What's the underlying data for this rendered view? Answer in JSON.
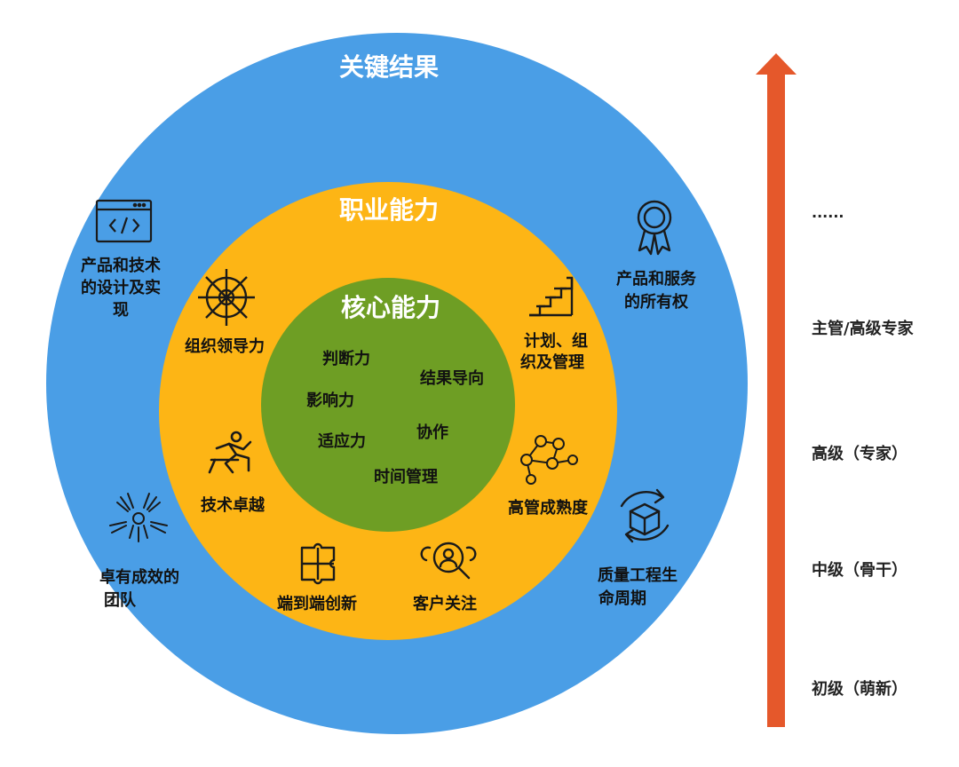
{
  "colors": {
    "outer": "#4A9EE6",
    "middle": "#FDB515",
    "inner": "#6E9E24",
    "arrow": "#E5582B",
    "icon": "#1a1a1a"
  },
  "outer_ring": {
    "title": "关键结果",
    "items": [
      {
        "lines": [
          "产品和技术",
          "的设计及实",
          "现"
        ],
        "icon": "code-window-icon"
      },
      {
        "lines": [
          "产品和服务",
          "的所有权"
        ],
        "icon": "award-ribbon-icon"
      },
      {
        "lines": [
          "卓有成效的",
          "团队"
        ],
        "icon": "team-hands-icon"
      },
      {
        "lines": [
          "质量工程生",
          "命周期"
        ],
        "icon": "cycle-box-icon"
      }
    ]
  },
  "middle_ring": {
    "title": "职业能力",
    "items": [
      {
        "lines": [
          "组织领导力"
        ],
        "icon": "ship-wheel-icon"
      },
      {
        "lines": [
          "计划、组",
          "织及管理"
        ],
        "icon": "stairs-icon"
      },
      {
        "lines": [
          "技术卓越"
        ],
        "icon": "hurdle-runner-icon"
      },
      {
        "lines": [
          "高管成熟度"
        ],
        "icon": "network-people-icon"
      },
      {
        "lines": [
          "端到端创新"
        ],
        "icon": "puzzle-icon"
      },
      {
        "lines": [
          "客户关注"
        ],
        "icon": "customer-search-icon"
      }
    ]
  },
  "inner_circle": {
    "title": "核心能力",
    "items": [
      "判断力",
      "结果导向",
      "影响力",
      "协作",
      "适应力",
      "时间管理"
    ]
  },
  "levels": [
    "......",
    "主管/高级专家",
    "高级（专家）",
    "中级（骨干）",
    "初级（萌新）"
  ]
}
